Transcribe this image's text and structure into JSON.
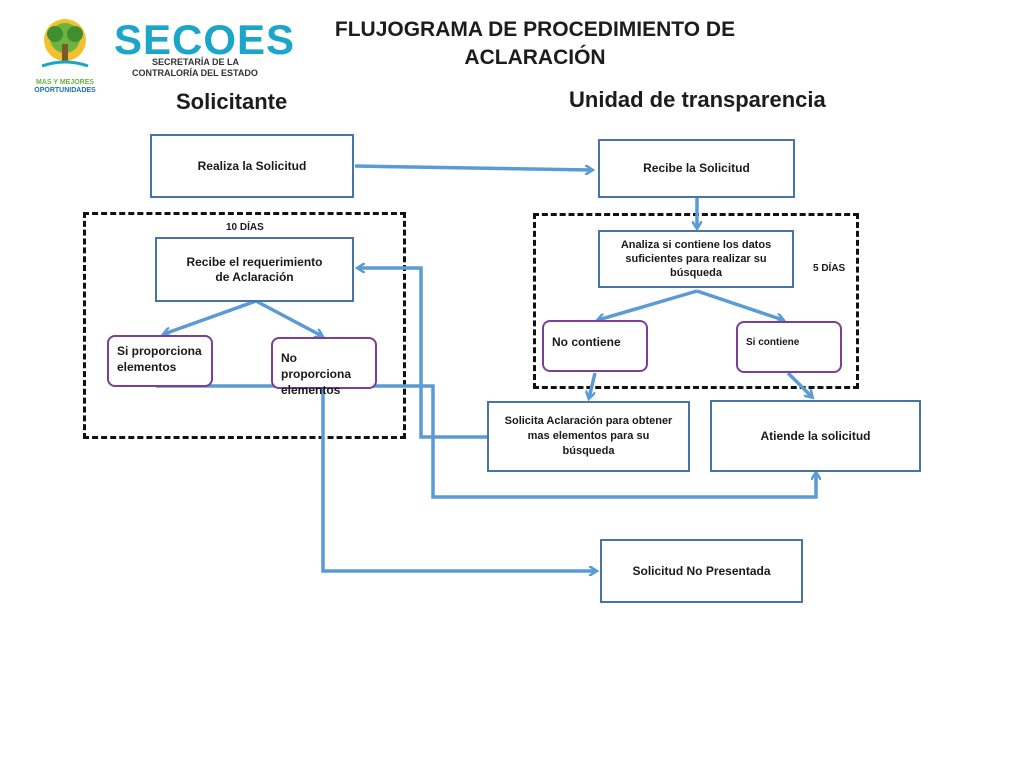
{
  "header": {
    "brand": "SECOES",
    "brand_sub_1": "SECRETARÍA DE LA",
    "brand_sub_2": "CONTRALORÍA DEL ESTADO",
    "tagline_1": "MAS Y MEJORES",
    "tagline_2": "OPORTUNIDADES",
    "title_line_1": "FLUJOGRAMA DE PROCEDIMIENTO DE",
    "title_line_2": "ACLARACIÓN"
  },
  "lanes": {
    "left": "Solicitante",
    "right": "Unidad de transparencia"
  },
  "time_labels": {
    "left": "10 DÍAS",
    "right": "5 DÍAS"
  },
  "nodes": {
    "realiza": "Realiza la Solicitud",
    "recibe_solicitud": "Recibe la Solicitud",
    "recibe_req_1": "Recibe el requerimiento",
    "recibe_req_2": "de Aclaración",
    "analiza": "Analiza si contiene los datos suficientes para realizar su búsqueda",
    "si_proporciona_1": "Si proporciona",
    "si_proporciona_2": "elementos",
    "no_proporciona_1": "No proporciona",
    "no_proporciona_2": "elementos",
    "no_contiene": "No contiene",
    "si_contiene": "Si contiene",
    "solicita_aclaracion": "Solicita Aclaración para obtener mas elementos para su búsqueda",
    "atiende": "Atiende la solicitud",
    "no_presentada": "Solicitud No Presentada"
  },
  "colors": {
    "arrow": "#5b9bd5",
    "box_border": "#4a74a8",
    "decision_border": "#7a3f98",
    "brand": "#1ba5c8"
  }
}
